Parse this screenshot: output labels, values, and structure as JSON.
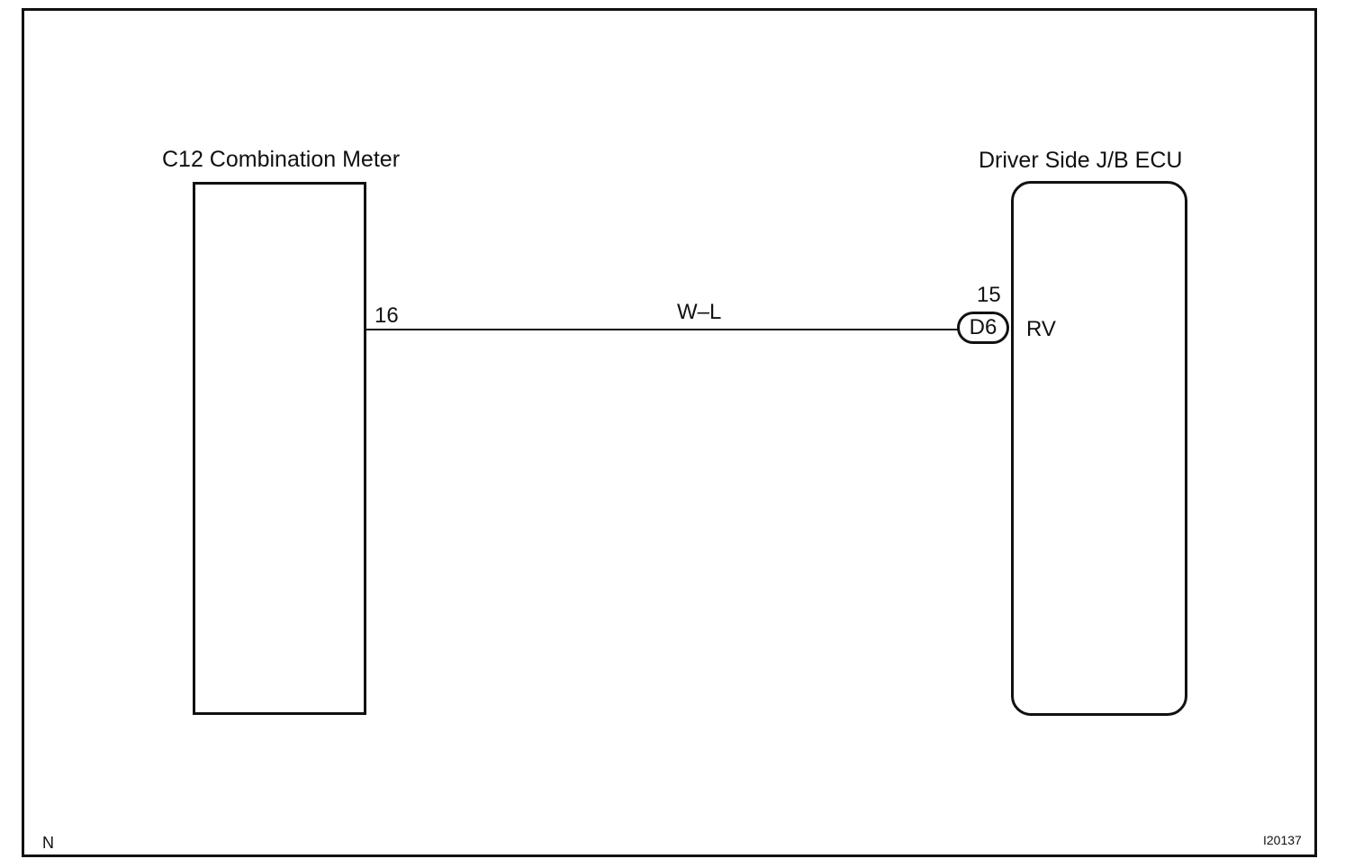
{
  "components": {
    "meter": {
      "title": "C12 Combination Meter",
      "pin": "16"
    },
    "ecu": {
      "title": "Driver Side J/B ECU",
      "pin": "15",
      "connector": "D6",
      "terminal": "RV"
    }
  },
  "wire": {
    "color_code": "W–L"
  },
  "footer": {
    "corner_letter": "N",
    "figure_code": "I20137"
  }
}
